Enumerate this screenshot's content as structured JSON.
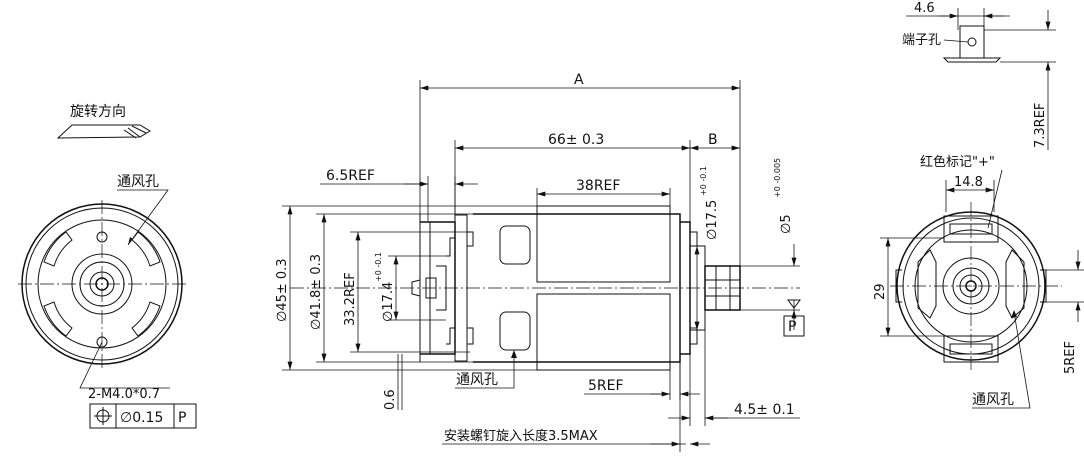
{
  "front_view": {
    "rotation_label": "旋转方向",
    "vent_label": "通风孔",
    "screw_label": "2-M4.0*0.7",
    "tol_symbol": "⊕",
    "tol_value": "∅0.15",
    "tol_datum": "P"
  },
  "side_view": {
    "dim_A": "A",
    "dim_66": "66± 0.3",
    "dim_B": "B",
    "dim_6_5": "6.5REF",
    "dim_38": "38REF",
    "dim_17_5": "∅17.5",
    "dim_17_5_tol": "+0 -0.1",
    "dim_5": "∅5",
    "dim_5_tol": "+0 -0.005",
    "dim_45": "∅45± 0.3",
    "dim_41_8": "∅41.8± 0.3",
    "dim_33_2": "33.2REF",
    "dim_17_4": "∅17.4",
    "dim_17_4_tol": "+0 -0.1",
    "datum_p": "P",
    "vent_label": "通风孔",
    "dim_0_6": "0.6",
    "dim_5ref": "5REF",
    "dim_4_5": "4.5± 0.1",
    "screw_note": "安装螺钉旋入长度3.5MAX"
  },
  "terminal_view": {
    "dim_4_6": "4.6",
    "hole_label": "端子孔",
    "dim_7_3": "7.3REF"
  },
  "rear_view": {
    "marker_label": "红色标记\"+\"",
    "dim_14_8": "14.8",
    "dim_29": "29",
    "dim_5ref": "5REF",
    "vent_label": "通风孔"
  }
}
